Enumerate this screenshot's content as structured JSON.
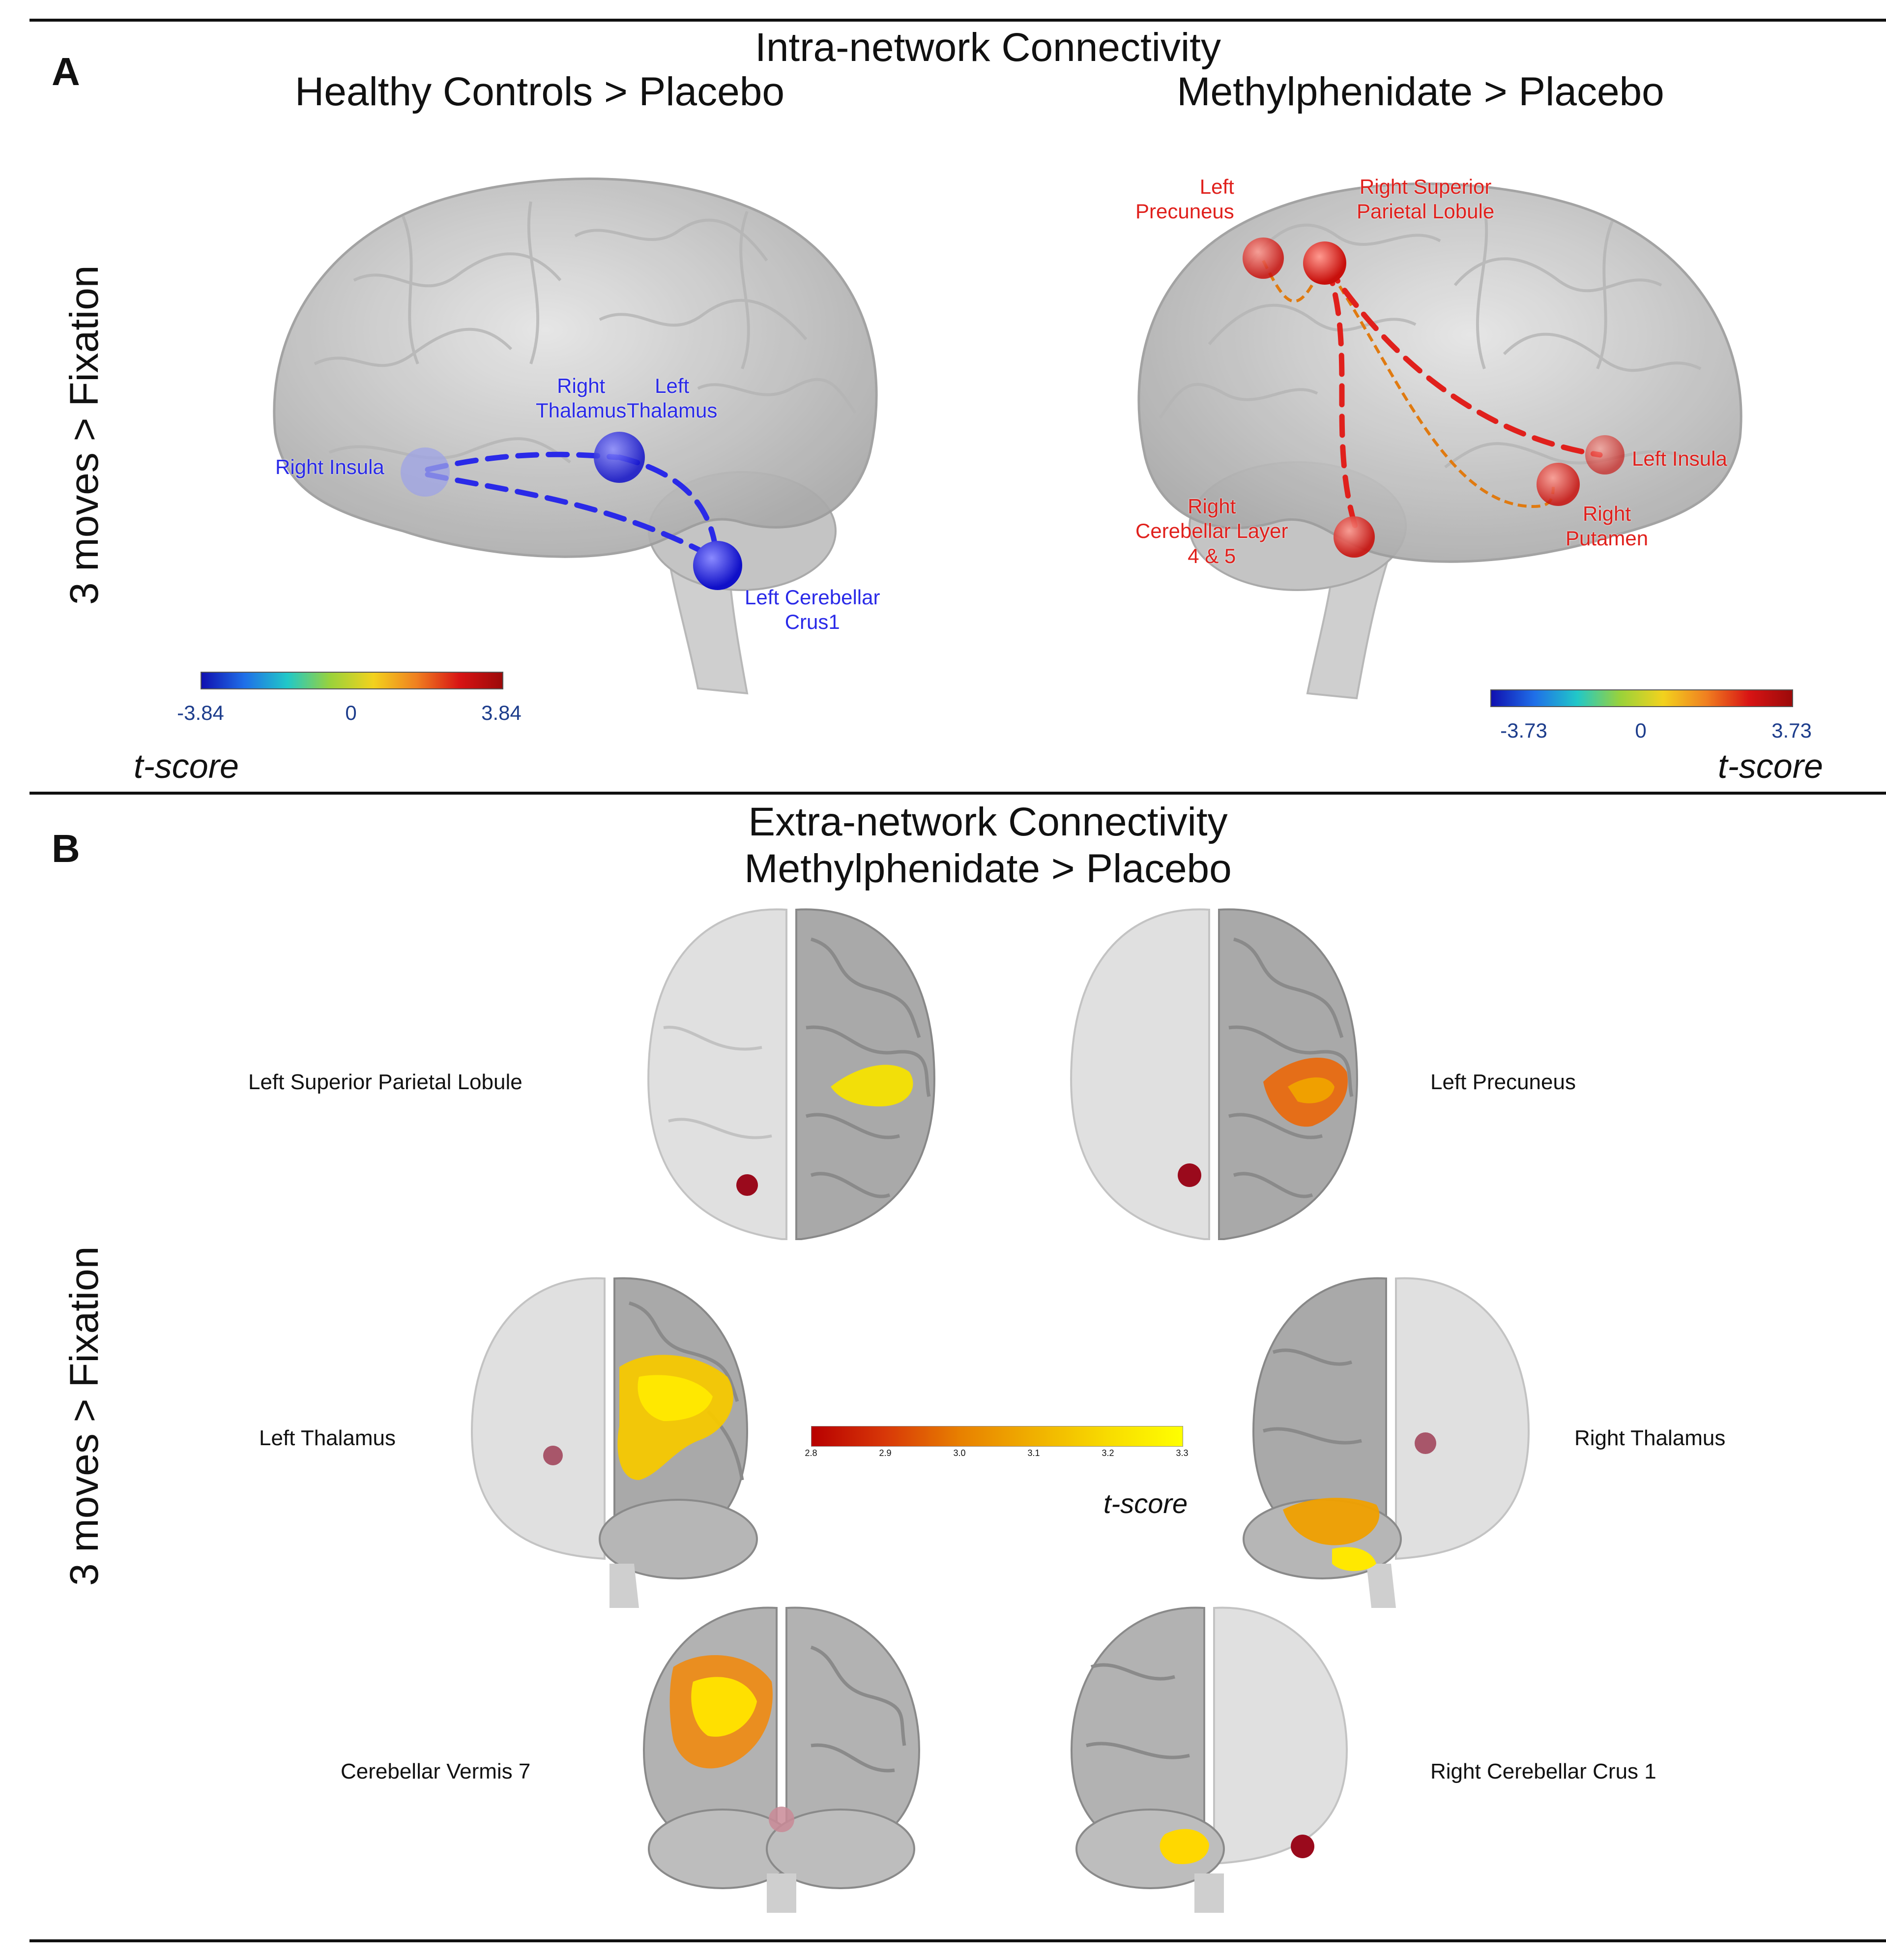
{
  "panel_a": {
    "letter": "A",
    "title": "Intra-network Connectivity",
    "row_label": "3 moves > Fixation",
    "left": {
      "subtitle": "Healthy Controls > Placebo",
      "nodes": {
        "right_insula": "Right Insula",
        "right_thalamus": "Right\nThalamus",
        "left_thalamus": "Left\nThalamus",
        "left_cerebellar_crus1": "Left Cerebellar\nCrus1"
      },
      "colorbar": {
        "min": "-3.84",
        "mid": "0",
        "max": "3.84",
        "label": "t-score"
      },
      "edge_color": "#2a2ae8"
    },
    "right": {
      "subtitle": "Methylphenidate > Placebo",
      "nodes": {
        "left_precuneus": "Left\nPrecuneus",
        "right_superior_parietal_lobule": "Right Superior\nParietal Lobule",
        "left_insula": "Left Insula",
        "right_putamen": "Right\nPutamen",
        "right_cerebellar_layer": "Right\nCerebellar Layer\n4 & 5"
      },
      "colorbar": {
        "min": "-3.73",
        "mid": "0",
        "max": "3.73",
        "label": "t-score"
      },
      "edge_color": "#e0201c"
    }
  },
  "panel_b": {
    "letter": "B",
    "title": "Extra-network Connectivity",
    "subtitle": "Methylphenidate > Placebo",
    "row_label": "3 moves > Fixation",
    "regions": {
      "left_superior_parietal_lobule": "Left Superior Parietal Lobule",
      "left_precuneus": "Left Precuneus",
      "left_thalamus": "Left Thalamus",
      "right_thalamus": "Right Thalamus",
      "cerebellar_vermis_7": "Cerebellar Vermis 7",
      "right_cerebellar_crus_1": "Right Cerebellar Crus 1"
    },
    "colorbar": {
      "ticks": [
        "2.8",
        "2.9",
        "3.0",
        "3.1",
        "3.2",
        "3.3"
      ],
      "label": "t-score"
    }
  }
}
